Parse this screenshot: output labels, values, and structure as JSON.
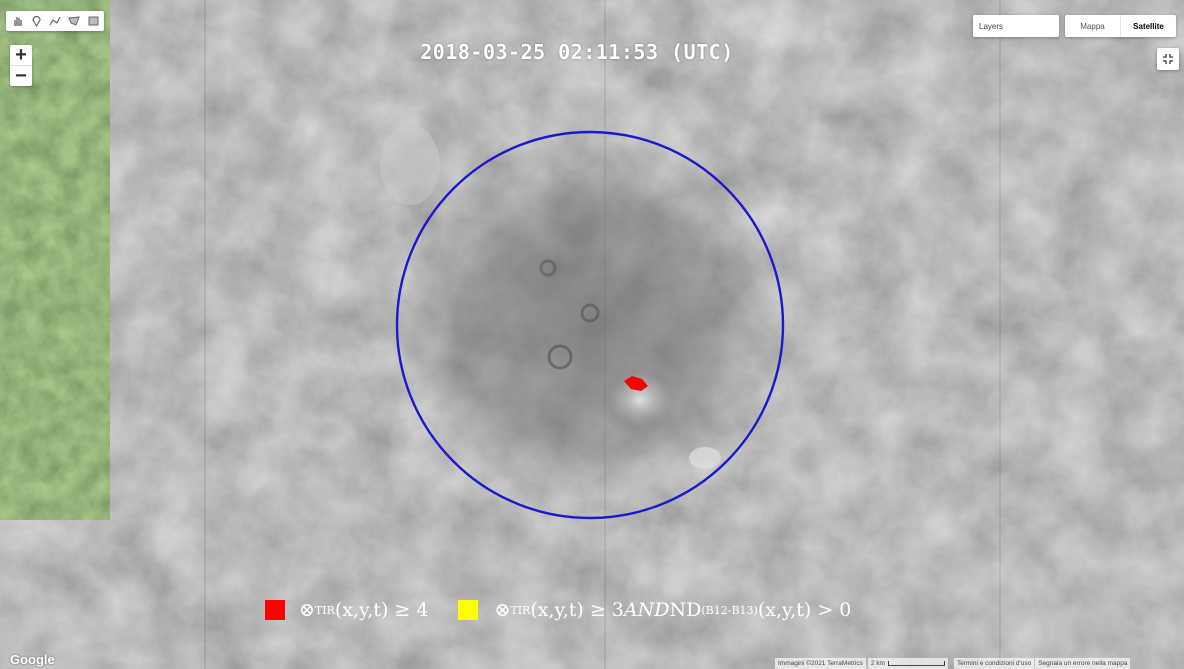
{
  "timestamp": "2018-03-25 02:11:53 (UTC)",
  "controls": {
    "toolbar_icons": [
      "hand-icon",
      "marker-icon",
      "polyline-icon",
      "polygon-icon",
      "rectangle-icon"
    ],
    "zoom_in": "+",
    "zoom_out": "−",
    "layers_label": "Layers",
    "map_types": [
      "Mappa",
      "Satellite"
    ],
    "active_map_type": "Satellite"
  },
  "legend": {
    "item1": {
      "color": "#ff0000",
      "symbol": "⊗",
      "sub": "TIR",
      "expr": " (x,y,t) ≥ 4"
    },
    "item2": {
      "color": "#ffff00",
      "symbol": "⊗",
      "sub": "TIR",
      "expr": " (x,y,t) ≥ 3 ",
      "op": "AND",
      "nd": " ND",
      "nd_sub": "(B12-B13)",
      "nd_expr": " (x,y,t) > 0"
    }
  },
  "footer": {
    "logo": "Google",
    "imagery": "Immagini ©2021 TerraMetrics",
    "scale": "2 km",
    "terms": "Termini e condizioni d'uso",
    "report": "Segnala un errore nella mappa"
  },
  "colors": {
    "circle": "#1a1acc",
    "hotspot": "#ff0000"
  }
}
